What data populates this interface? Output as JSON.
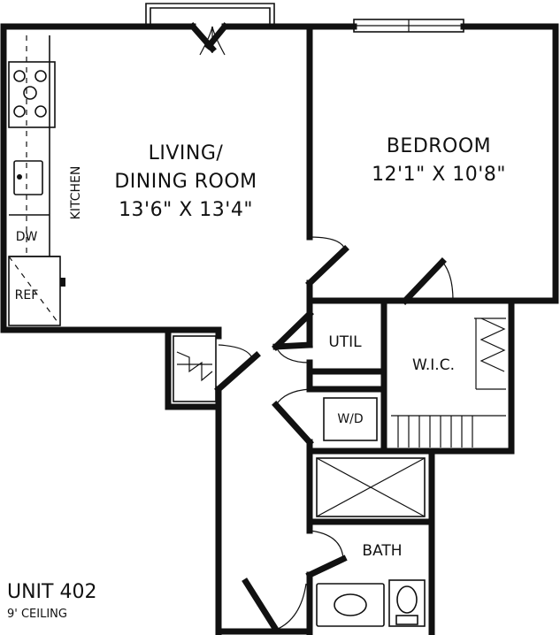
{
  "plan": {
    "rooms": {
      "living_line1": "LIVING/",
      "living_line2": "DINING ROOM",
      "living_dims": "13'6\" X 13'4\"",
      "bedroom_name": "BEDROOM",
      "bedroom_dims": "12'1\" X 10'8\"",
      "kitchen": "KITCHEN",
      "dishwasher": "DW",
      "refrigerator": "REF",
      "utility": "UTIL",
      "walk_in_closet": "W.I.C.",
      "washer_dryer": "W/D",
      "bath": "BATH"
    },
    "unit": {
      "name": "UNIT 402",
      "ceiling": "9' CEILING"
    }
  }
}
